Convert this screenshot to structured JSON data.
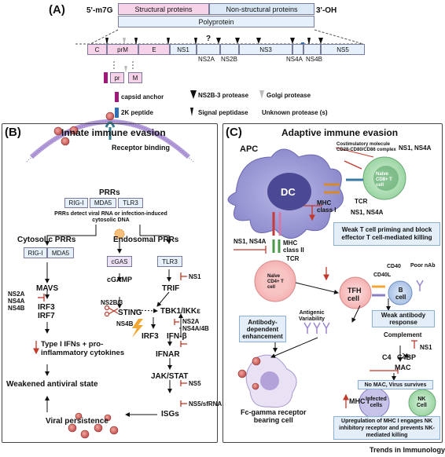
{
  "panel_a": {
    "label": "(A)",
    "five_prime": "5'-m7G",
    "three_prime": "3'-OH",
    "structural": "Structural proteins",
    "nonstructural": "Non-structural proteins",
    "polyprotein": "Polyprotein",
    "genes": [
      "C",
      "prM",
      "E",
      "NS1",
      "NS2A",
      "NS2B",
      "NS3",
      "NS4A",
      "NS4B",
      "NS5"
    ],
    "question": "?",
    "pr": "pr",
    "m": "M",
    "legend": {
      "capsid": "capsid anchor",
      "twok": "2K peptide",
      "ns2b3": "NS2B-3 protease",
      "signal": "Signal peptidase",
      "golgi": "Golgi protease",
      "unknown": "Unknown protease (s)"
    }
  },
  "panel_b": {
    "label": "(B)",
    "title": "Innate immune evasion",
    "receptor": "Receptor binding",
    "prrs": "PRRs",
    "prr_boxes": [
      "RIG-I",
      "MDA5",
      "TLR3"
    ],
    "prr_detect": "PRRs detect viral RNA or infection-induced cytosolic DNA",
    "cytosolic": "Cytosolic PRRs",
    "endosomal": "Endosomal PRRs",
    "rig": "RIG-I",
    "mda": "MDA5",
    "cgas": "cGAS",
    "tlr3": "TLR3",
    "mavs": "MAVS",
    "mavs_inhib": "NS2A\nNS4A\nNS4B",
    "irf": "IRF3\nIRF7",
    "cgamp": "cGAMP",
    "ns2b3": "NS2B/3",
    "sting": "STING",
    "ns4b": "NS4B",
    "ns1": "NS1",
    "trif": "TRIF",
    "tbk": "TBK1/IKKε",
    "ns2a": "NS2A\nNS4A/4B",
    "irf3": "IRF3",
    "ifnb": "IFN-β",
    "ifnar": "IFNAR",
    "ns5": "NS5",
    "jak": "JAK/STAT",
    "ns5sf": "NS5/sfRNA",
    "isgs": "ISGs",
    "type1": "Type I IFNs + pro-inflammatory cytokines",
    "weak": "Weakened antiviral state",
    "persist": "Viral persistence"
  },
  "panel_c": {
    "label": "(C)",
    "title": "Adaptive immune evasion",
    "apc": "APC",
    "dc": "DC",
    "costim": "Costimulatory molecule\nCD28-CD80/CD86 complex",
    "ns1ns4a_top": "NS1, NS4A",
    "naive_cd8": "Naïve\nCD8+ T\ncell",
    "tcr": "TCR",
    "mhc1": "MHC\nclass I",
    "ns1ns4a_mid": "NS1, NS4A",
    "weak_t": "Weak T cell priming and block effector T cell-mediated killing",
    "ns1ns4a_left": "NS1, NS4A",
    "mhc2": "MHC\nclass II",
    "tcr2": "TCR",
    "naive_cd4": "Naïve\nCD4+ T\ncell",
    "tfh": "TFH\ncell",
    "cd40l": "CD40L",
    "cd40": "CD40",
    "poor_nab": "Poor nAb",
    "bcell": "B\ncell",
    "weak_ab": "Weak antibody response",
    "antigenic": "Antigenic\nVariability",
    "ade": "Antibody-dependent enhancement",
    "complement": "Complement",
    "c4": "C4",
    "c4bp": "C4BP",
    "ns1": "NS1",
    "mac": "MAC",
    "no_mac": "No MAC, Virus survives",
    "mhc_i": "MHC I",
    "infected": "Infected\ncells",
    "nk": "NK\nCell",
    "fc": "Fc-gamma receptor\nbearing cell",
    "upreg": "Upregulation of MHC I engages NK inhibitory receptor and prevents NK-mediated killing"
  },
  "footer": "Trends in Immunology"
}
